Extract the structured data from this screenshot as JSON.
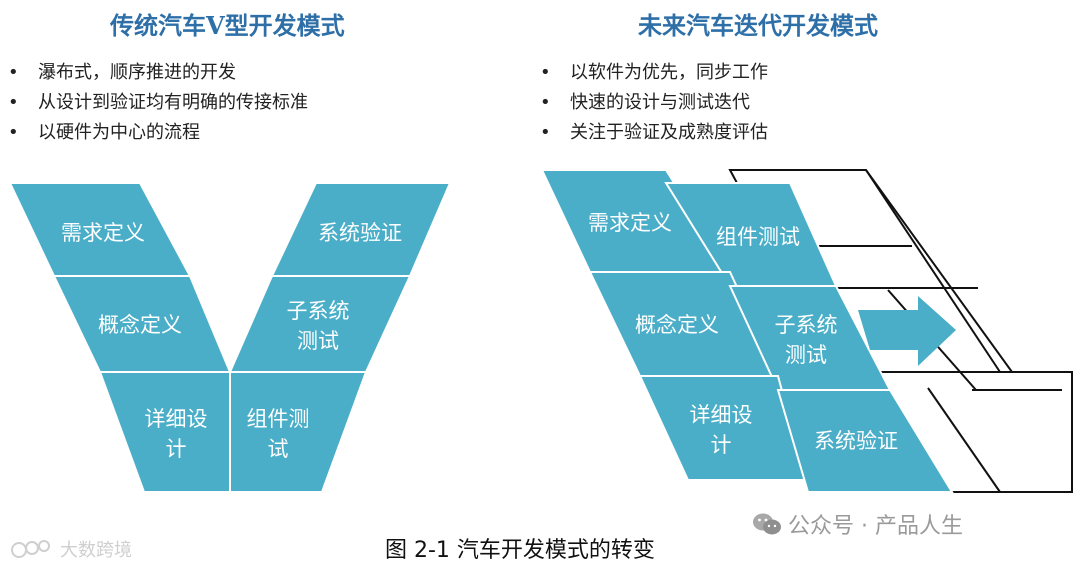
{
  "left": {
    "title": "传统汽车V型开发模式",
    "bullets": [
      "瀑布式，顺序推进的开发",
      "从设计到验证均有明确的传接标准",
      "以硬件为中心的流程"
    ],
    "v_cells": {
      "req": "需求定义",
      "concept": "概念定义",
      "detail_1": "详细设",
      "detail_2": "计",
      "sysval": "系统验证",
      "subsys_1": "子系统",
      "subsys_2": "测试",
      "comp_1": "组件测",
      "comp_2": "试"
    }
  },
  "right": {
    "title": "未来汽车迭代开发模式",
    "bullets": [
      "以软件为优先，同步工作",
      "快速的设计与测试迭代",
      "关注于验证及成熟度评估"
    ],
    "cells": {
      "req": "需求定义",
      "comp": "组件测试",
      "concept": "概念定义",
      "subsys_1": "子系统",
      "subsys_2": "测试",
      "detail_1": "详细设",
      "detail_2": "计",
      "sysval": "系统验证"
    }
  },
  "caption": "图  2-1  汽车开发模式的转变",
  "watermark_right": "公众号 · 产品人生",
  "watermark_left": "大数跨境",
  "colors": {
    "cell": "#4aaec8",
    "cell_border": "#ffffff",
    "title": "#2e6fa8",
    "outline": "#111111"
  }
}
